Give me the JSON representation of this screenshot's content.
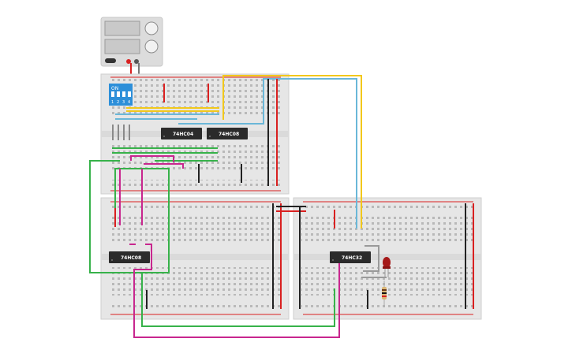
{
  "circuit": {
    "chips": [
      {
        "label": "74HC04"
      },
      {
        "label": "74HC08"
      },
      {
        "label": "74HC08"
      },
      {
        "label": "74HC32"
      }
    ],
    "dip_switch_label": "ON",
    "dip_switch_numbers": [
      "1",
      "2",
      "3",
      "4"
    ]
  },
  "colors": {
    "board": "#e6e6e6",
    "chip": "#2b2b2b",
    "wire_yellow": "#f2c81b",
    "wire_blue": "#6ab7d8",
    "wire_green": "#37b24a",
    "wire_magenta": "#c8268e",
    "wire_red": "#d92020",
    "wire_black": "#222222",
    "dip_switch": "#2d8fd9",
    "led": "#a61a1a"
  }
}
